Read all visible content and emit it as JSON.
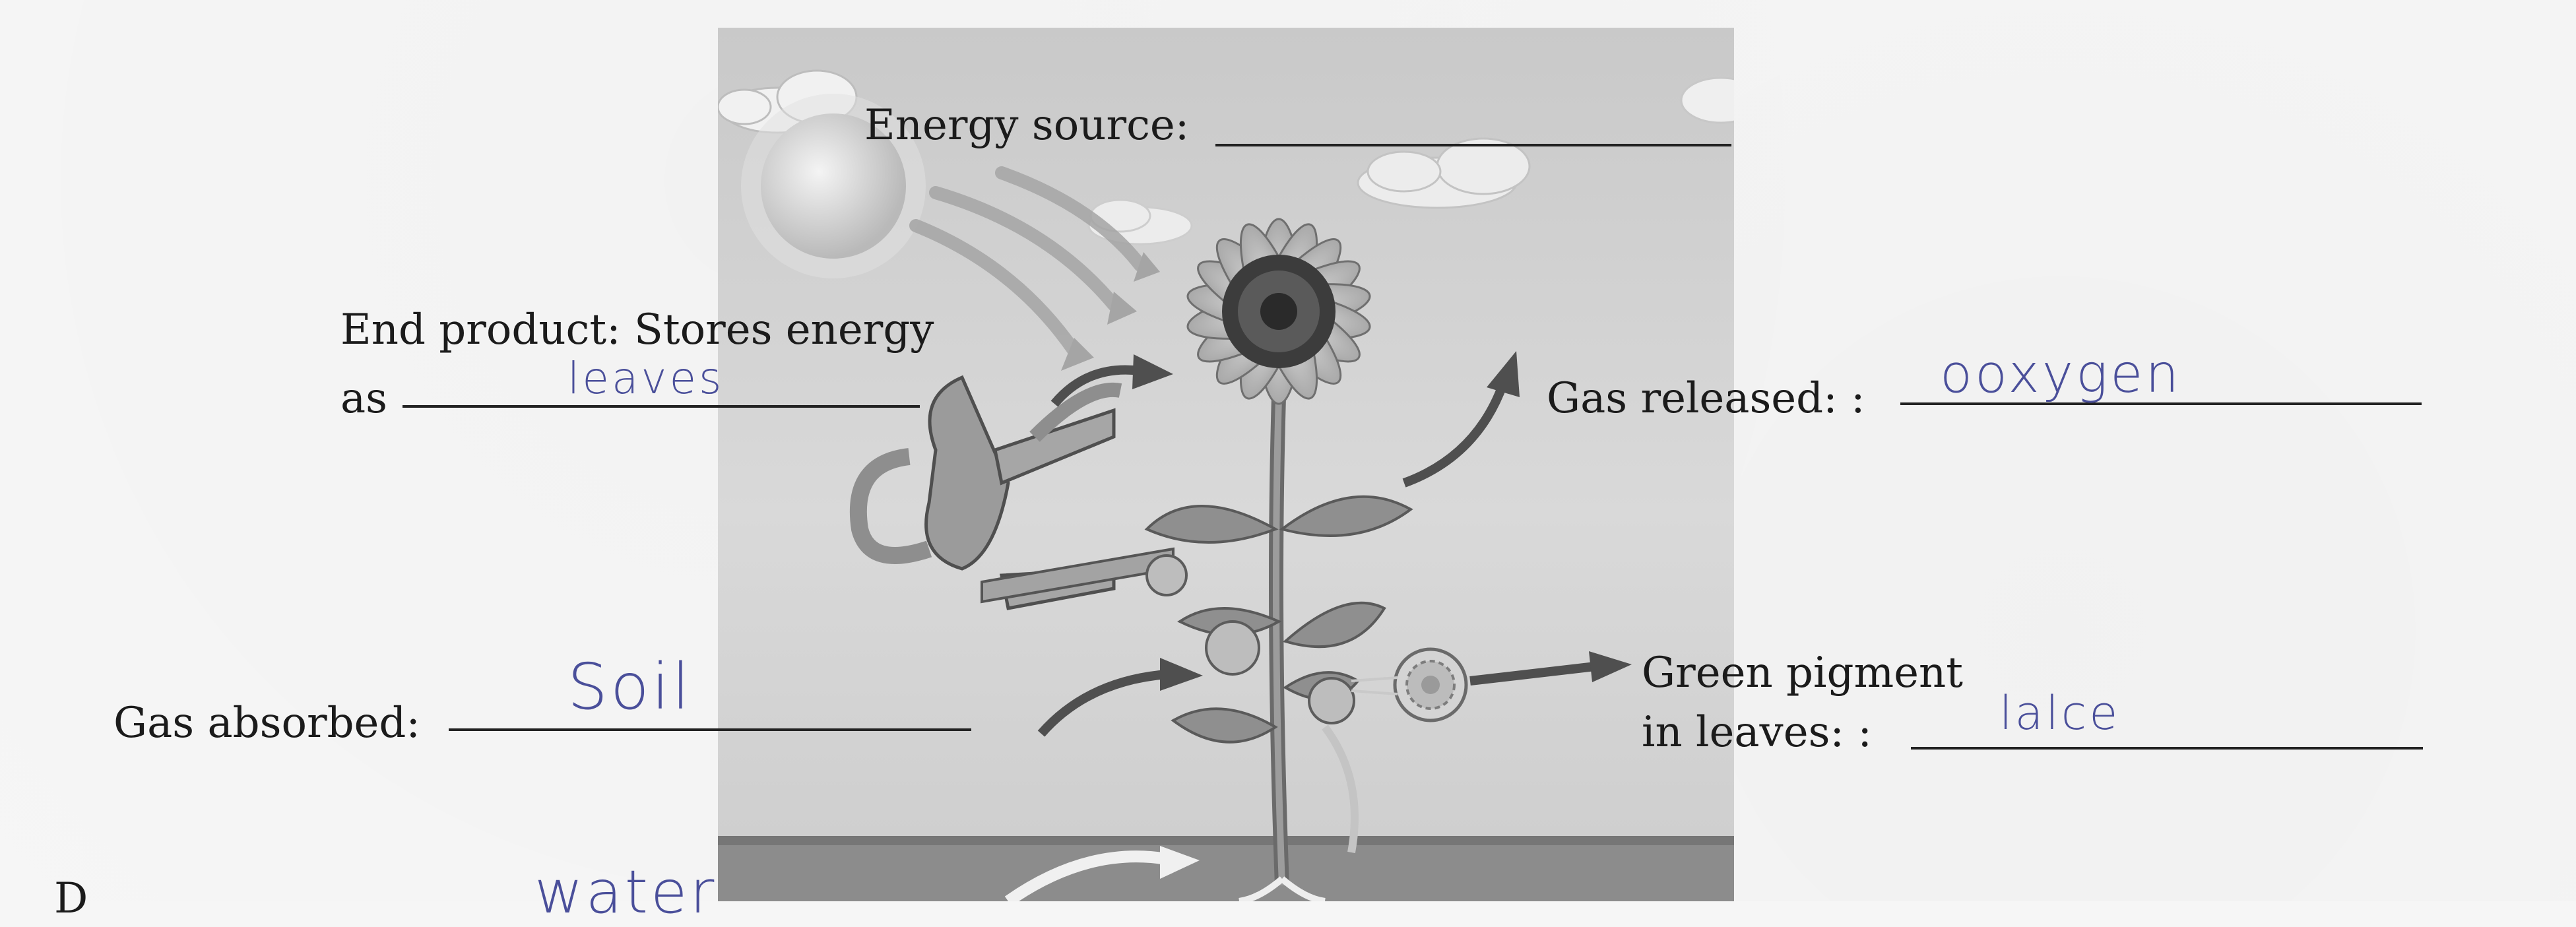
{
  "labels": {
    "energy_source": "Energy source:",
    "end_product_line1": "End product: Stores energy",
    "end_product_line2": "as",
    "gas_released": "Gas released: :",
    "gas_absorbed": "Gas absorbed:",
    "green_pigment_line1": "Green pigment",
    "green_pigment_line2": "in leaves: :",
    "bottom_partial": "D"
  },
  "answers": {
    "energy_source": "",
    "end_product": "leaves",
    "gas_released": "ooxygen",
    "gas_absorbed": "Soil",
    "green_pigment": "lalce",
    "bottom": "water"
  },
  "colors": {
    "paper": "#f6f6f6",
    "sky": "#d3d3d3",
    "ground": "#8a8a8a",
    "handwriting": "#4a4f9a"
  },
  "icons": [
    "sun-icon",
    "cloud-icon",
    "sunflower-icon",
    "watering-can-icon",
    "arrow-icon",
    "chloroplast-icon"
  ]
}
